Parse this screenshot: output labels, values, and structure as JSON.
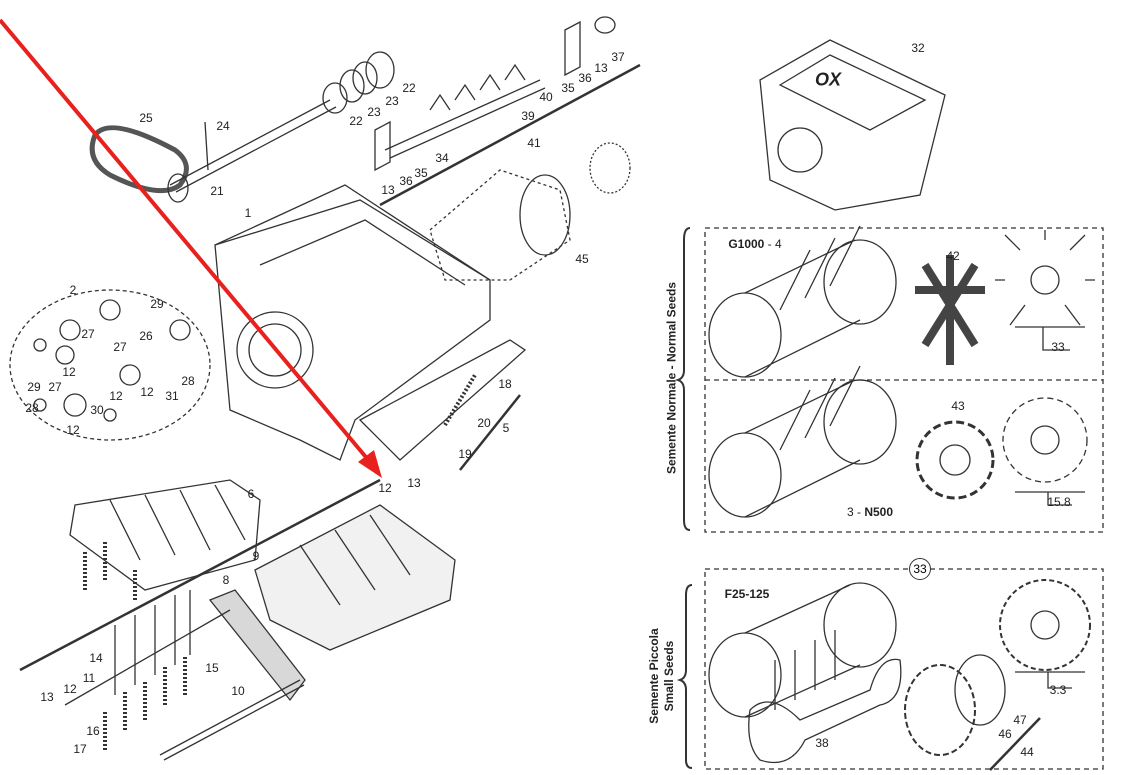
{
  "labels": {
    "l21": "21",
    "l22a": "22",
    "l22b": "22",
    "l23a": "23",
    "l23b": "23",
    "l24": "24",
    "l25": "25",
    "l1": "1",
    "l13a": "13",
    "l36a": "36",
    "l37": "37",
    "l35a": "35",
    "l40": "40",
    "l39": "39",
    "l34": "34",
    "l35b": "35",
    "l36b": "36",
    "l13b": "13",
    "l41": "41",
    "l32": "32",
    "l45": "45",
    "l2": "2",
    "l29a": "29",
    "l27a": "27",
    "l26": "26",
    "l27b": "27",
    "l29b": "29",
    "l12a": "12",
    "l27c": "27",
    "l12b": "12",
    "l28a": "28",
    "l31": "31",
    "l28b": "28",
    "l12c": "12",
    "l30": "30",
    "l12d": "12",
    "l18": "18",
    "l20": "20",
    "l5": "5",
    "l19": "19",
    "l12e": "12",
    "l13c": "13",
    "l6": "6",
    "l9": "9",
    "l8": "8",
    "l14": "14",
    "l15": "15",
    "l11": "11",
    "l13d": "13",
    "l12f": "12",
    "l10": "10",
    "l16": "16",
    "l17": "17",
    "l42": "42",
    "l33a": "33",
    "l43": "43",
    "l158": "15.8",
    "l33c": "33",
    "l33b": "3.3",
    "l38": "38",
    "l47": "47",
    "l46": "46",
    "l44": "44"
  },
  "rotors": {
    "g1000_num": "G1000",
    "g1000_suffix": " - 4",
    "n500_prefix": "3 - ",
    "n500_num": "N500",
    "f25": "F25-125"
  },
  "sections": {
    "normal": "Semente Normale - Normal Seeds",
    "small_it": "Semente Piccola",
    "small_en": "Small Seeds"
  },
  "logo_text": "OX",
  "colors": {
    "arrow": "#e8201e",
    "line": "#333333",
    "gray": "#d8d8d8"
  }
}
